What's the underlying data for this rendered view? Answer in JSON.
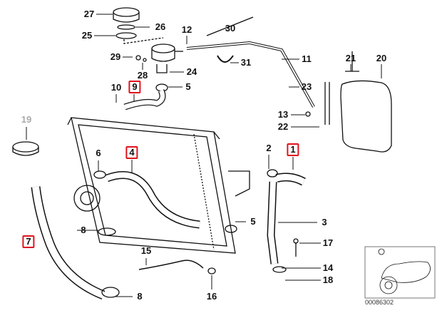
{
  "diagram": {
    "highlight_color": "#e0141e",
    "catalog_code": "00086302",
    "labels": [
      {
        "id": "27",
        "text": "27"
      },
      {
        "id": "26",
        "text": "26"
      },
      {
        "id": "25",
        "text": "25"
      },
      {
        "id": "12",
        "text": "12"
      },
      {
        "id": "30",
        "text": "30"
      },
      {
        "id": "29",
        "text": "29"
      },
      {
        "id": "28",
        "text": "28"
      },
      {
        "id": "24",
        "text": "24"
      },
      {
        "id": "10",
        "text": "10"
      },
      {
        "id": "9",
        "text": "9",
        "highlighted": true
      },
      {
        "id": "5a",
        "text": "5"
      },
      {
        "id": "11",
        "text": "11"
      },
      {
        "id": "31",
        "text": "31"
      },
      {
        "id": "21",
        "text": "21"
      },
      {
        "id": "20",
        "text": "20"
      },
      {
        "id": "23",
        "text": "23"
      },
      {
        "id": "13",
        "text": "13"
      },
      {
        "id": "22",
        "text": "22"
      },
      {
        "id": "19",
        "text": "19",
        "dimmed": true
      },
      {
        "id": "6",
        "text": "6"
      },
      {
        "id": "4",
        "text": "4",
        "highlighted": true
      },
      {
        "id": "2",
        "text": "2"
      },
      {
        "id": "1",
        "text": "1",
        "highlighted": true
      },
      {
        "id": "3",
        "text": "3"
      },
      {
        "id": "5b",
        "text": "5"
      },
      {
        "id": "8a",
        "text": "8"
      },
      {
        "id": "7",
        "text": "7",
        "highlighted": true
      },
      {
        "id": "15",
        "text": "15"
      },
      {
        "id": "17",
        "text": "17"
      },
      {
        "id": "14",
        "text": "14"
      },
      {
        "id": "18",
        "text": "18"
      },
      {
        "id": "16",
        "text": "16"
      },
      {
        "id": "8b",
        "text": "8"
      }
    ]
  }
}
